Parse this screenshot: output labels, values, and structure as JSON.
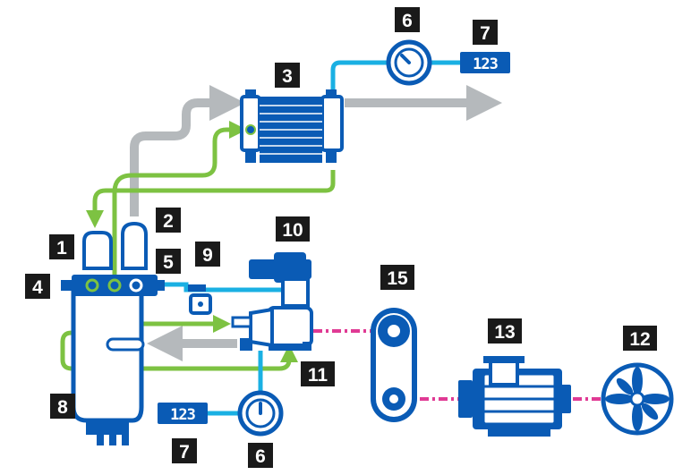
{
  "colors": {
    "blue": "#0a5bb5",
    "light_blue": "#1ab0e3",
    "green": "#7dc242",
    "gray": "#b5b9bc",
    "magenta": "#e03a94",
    "label_bg": "#1a1a1a",
    "white": "#ffffff"
  },
  "labels": {
    "n1": "1",
    "n2": "2",
    "n3": "3",
    "n4": "4",
    "n5": "5",
    "n6_top": "6",
    "n6_bottom": "6",
    "n7_top": "7",
    "n7_bottom": "7",
    "n8": "8",
    "n9": "9",
    "n10": "10",
    "n11": "11",
    "n12": "12",
    "n13": "13",
    "n15": "15"
  },
  "displays": {
    "top": "123",
    "bottom": "123"
  },
  "icons": {
    "pressure_gauge": "gauge-icon",
    "digital_display": "display-icon",
    "fan": "fan-icon",
    "motor": "motor-icon",
    "belt_drive": "belt-drive-icon",
    "heat_exchanger": "cooler-icon",
    "separator_tank": "tank-icon",
    "air_end": "compressor-icon",
    "valve": "valve-icon",
    "filter": "filter-icon"
  }
}
